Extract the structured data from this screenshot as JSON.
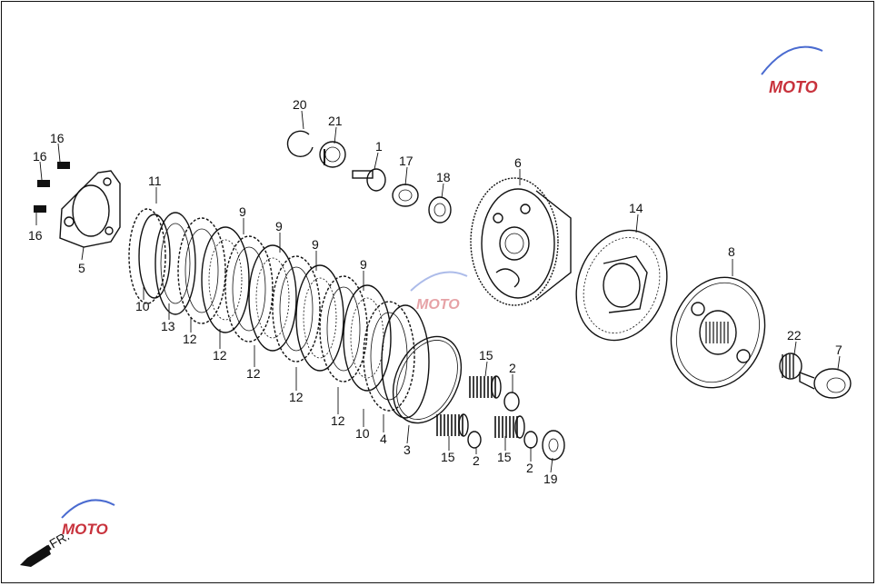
{
  "labels": {
    "p1": "1",
    "p2a": "2",
    "p2b": "2",
    "p2c": "2",
    "p3": "3",
    "p4": "4",
    "p5": "5",
    "p6": "6",
    "p7": "7",
    "p8": "8",
    "p9a": "9",
    "p9b": "9",
    "p9c": "9",
    "p9d": "9",
    "p10a": "10",
    "p10b": "10",
    "p11": "11",
    "p12a": "12",
    "p12b": "12",
    "p12c": "12",
    "p12d": "12",
    "p12e": "12",
    "p13": "13",
    "p14": "14",
    "p15a": "15",
    "p15b": "15",
    "p15c": "15",
    "p16a": "16",
    "p16b": "16",
    "p16c": "16",
    "p17": "17",
    "p18": "18",
    "p19": "19",
    "p20": "20",
    "p21": "21",
    "p22": "22"
  },
  "direction": "FR.",
  "watermark": {
    "text": "MOTO",
    "color_red": "#c8323c",
    "color_blue": "#4a6bd0"
  },
  "icons": {
    "direction_arrow": "arrow-down-left-icon",
    "watermark": "moto-logo-icon"
  }
}
